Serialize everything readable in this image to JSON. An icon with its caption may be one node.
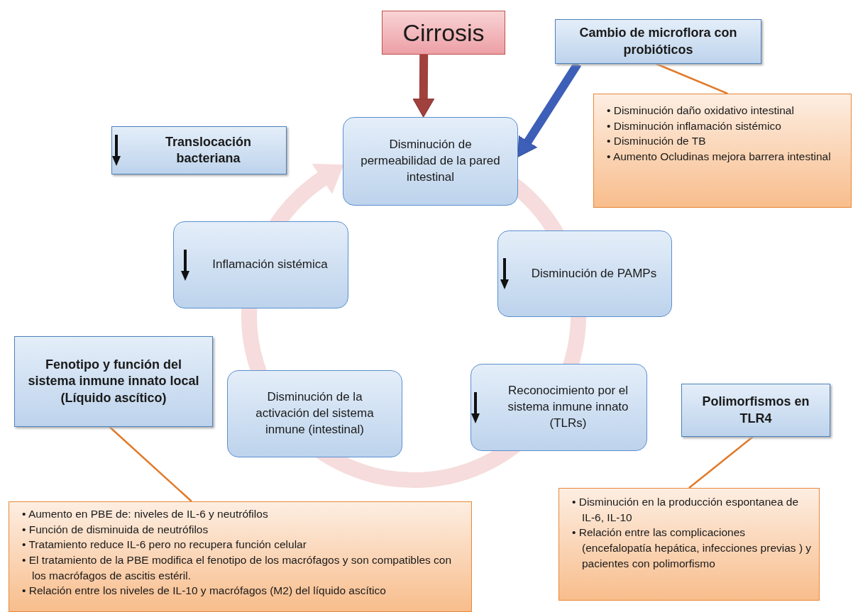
{
  "diagram": {
    "nodes": [
      {
        "text": [
          "Cirrosis"
        ]
      },
      {
        "text": [
          "Cambio de microflora con probióticos"
        ]
      },
      {
        "text": [
          "• Disminución daño oxidativo intestinal",
          "• Disminución inflamación sistémico",
          "• Disminución de TB",
          "• Aumento Ocludinas mejora barrera intestinal"
        ]
      },
      {
        "text": [
          "Translocación bacteriana"
        ]
      },
      {
        "text": [
          "Disminución de permeabilidad de la pared intestinal"
        ]
      },
      {
        "text": [
          "Inflamación sistémica"
        ]
      },
      {
        "text": [
          "Disminución de PAMPs"
        ]
      },
      {
        "text": [
          "Fenotipo y función del sistema inmune innato local (Líquido ascítico)"
        ]
      },
      {
        "text": [
          "Disminución de la activación del sistema inmune (intestinal)"
        ]
      },
      {
        "text": [
          "Reconocimiento por el sistema inmune innato (TLRs)"
        ]
      },
      {
        "text": [
          "Polimorfismos en TLR4"
        ]
      },
      {
        "text": [
          "• Aumento en PBE de: niveles de IL-6 y neutrófilos",
          "• Función de disminuida de neutrófilos",
          "• Tratamiento reduce IL-6 pero no recupera función celular",
          "• El tratamiento de la PBE modifica el fenotipo de los macrófagos y son compatibles con los macrófagos de ascitis estéril.",
          "• Relación entre los niveles de IL-10 y macrófagos (M2) del líquido ascítico"
        ]
      },
      {
        "text": [
          "• Disminución en la producción espontanea de IL-6, IL-10",
          "• Relación entre las complicaciones (encefalopatía hepática, infecciones previas ) y pacientes con polimorfismo"
        ]
      }
    ],
    "edges": [
      {
        "from": 0,
        "to": 4,
        "arrow": "to",
        "style": "thick",
        "color": "#a0413d"
      },
      {
        "from": 1,
        "to": 4,
        "arrow": "to",
        "style": "thick",
        "color": "#3d5fb8"
      },
      {
        "from": 1,
        "to": 2,
        "arrow": "none"
      },
      {
        "from": 7,
        "to": 11,
        "arrow": "none"
      },
      {
        "from": 10,
        "to": 12,
        "arrow": "none"
      },
      {
        "from": null,
        "to": 4,
        "arrow": "to",
        "style": "thick",
        "color": "#f6dcdc"
      }
    ]
  }
}
